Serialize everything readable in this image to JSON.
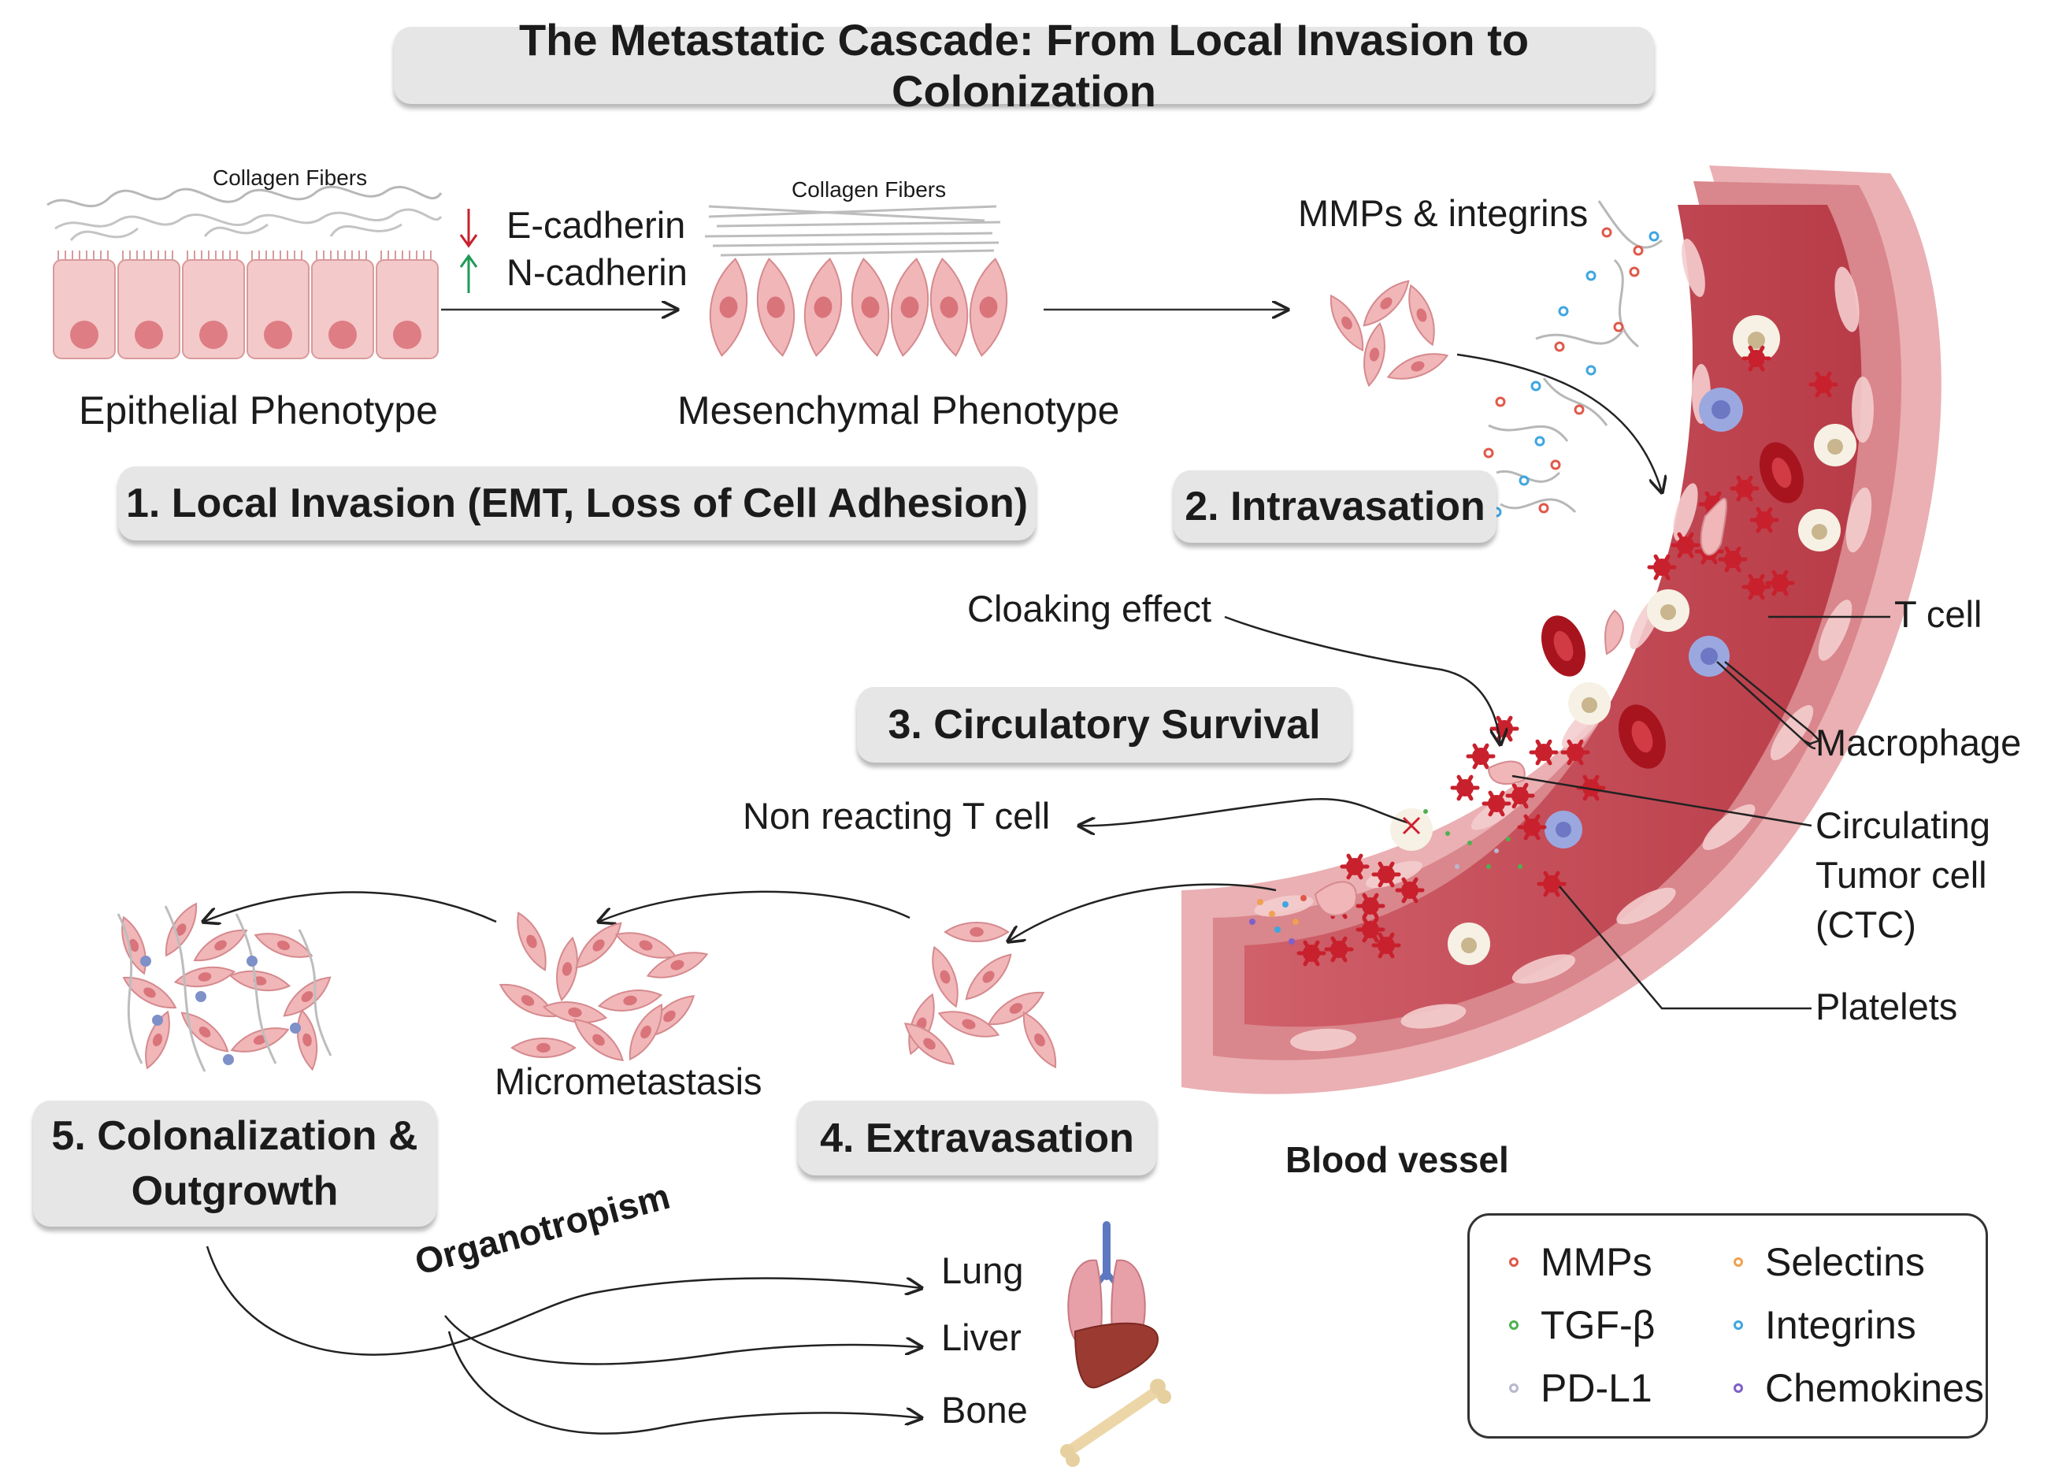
{
  "title": "The Metastatic Cascade: From Local Invasion to Colonization",
  "stage1": {
    "collagen_label_1": "Collagen Fibers",
    "collagen_label_2": "Collagen Fibers",
    "ecad": "E-cadherin",
    "ncad": "N-cadherin",
    "epithelial": "Epithelial Phenotype",
    "mesenchymal": "Mesenchymal Phenotype",
    "step": "1. Local Invasion (EMT, Loss of Cell Adhesion)"
  },
  "stage2": {
    "mmps": "MMPs & integrins",
    "step": "2. Intravasation"
  },
  "stage3": {
    "step": "3. Circulatory Survival",
    "cloaking": "Cloaking effect",
    "non_reacting": "Non reacting T cell"
  },
  "vessel": {
    "t_cell": "T cell",
    "macrophage": "Macrophage",
    "ctc_1": "Circulating",
    "ctc_2": "Tumor cell",
    "ctc_3": "(CTC)",
    "platelets": "Platelets",
    "blood_vessel": "Blood vessel"
  },
  "stage4": {
    "step": "4. Extravasation",
    "micrometastasis": "Micrometastasis"
  },
  "stage5": {
    "step_1": "5. Colonalization &",
    "step_2": "Outgrowth",
    "organotropism": "Organotropism",
    "lung": "Lung",
    "liver": "Liver",
    "bone": "Bone"
  },
  "legend": [
    {
      "label": "MMPs",
      "color": "#e0584a"
    },
    {
      "label": "Selectins",
      "color": "#f0a050"
    },
    {
      "label": "TGF-β",
      "color": "#4fb050"
    },
    {
      "label": "Integrins",
      "color": "#3fa6e0"
    },
    {
      "label": "PD-L1",
      "color": "#b8b8d0"
    },
    {
      "label": "Chemokines",
      "color": "#8060c8"
    }
  ],
  "colors": {
    "vessel_outer": "#e8a0a4",
    "vessel_inner": "#c84a56",
    "platelet": "#c8202c",
    "tumor_cell": "#f1b6b8",
    "pill_bg": "#e6e6e6"
  }
}
